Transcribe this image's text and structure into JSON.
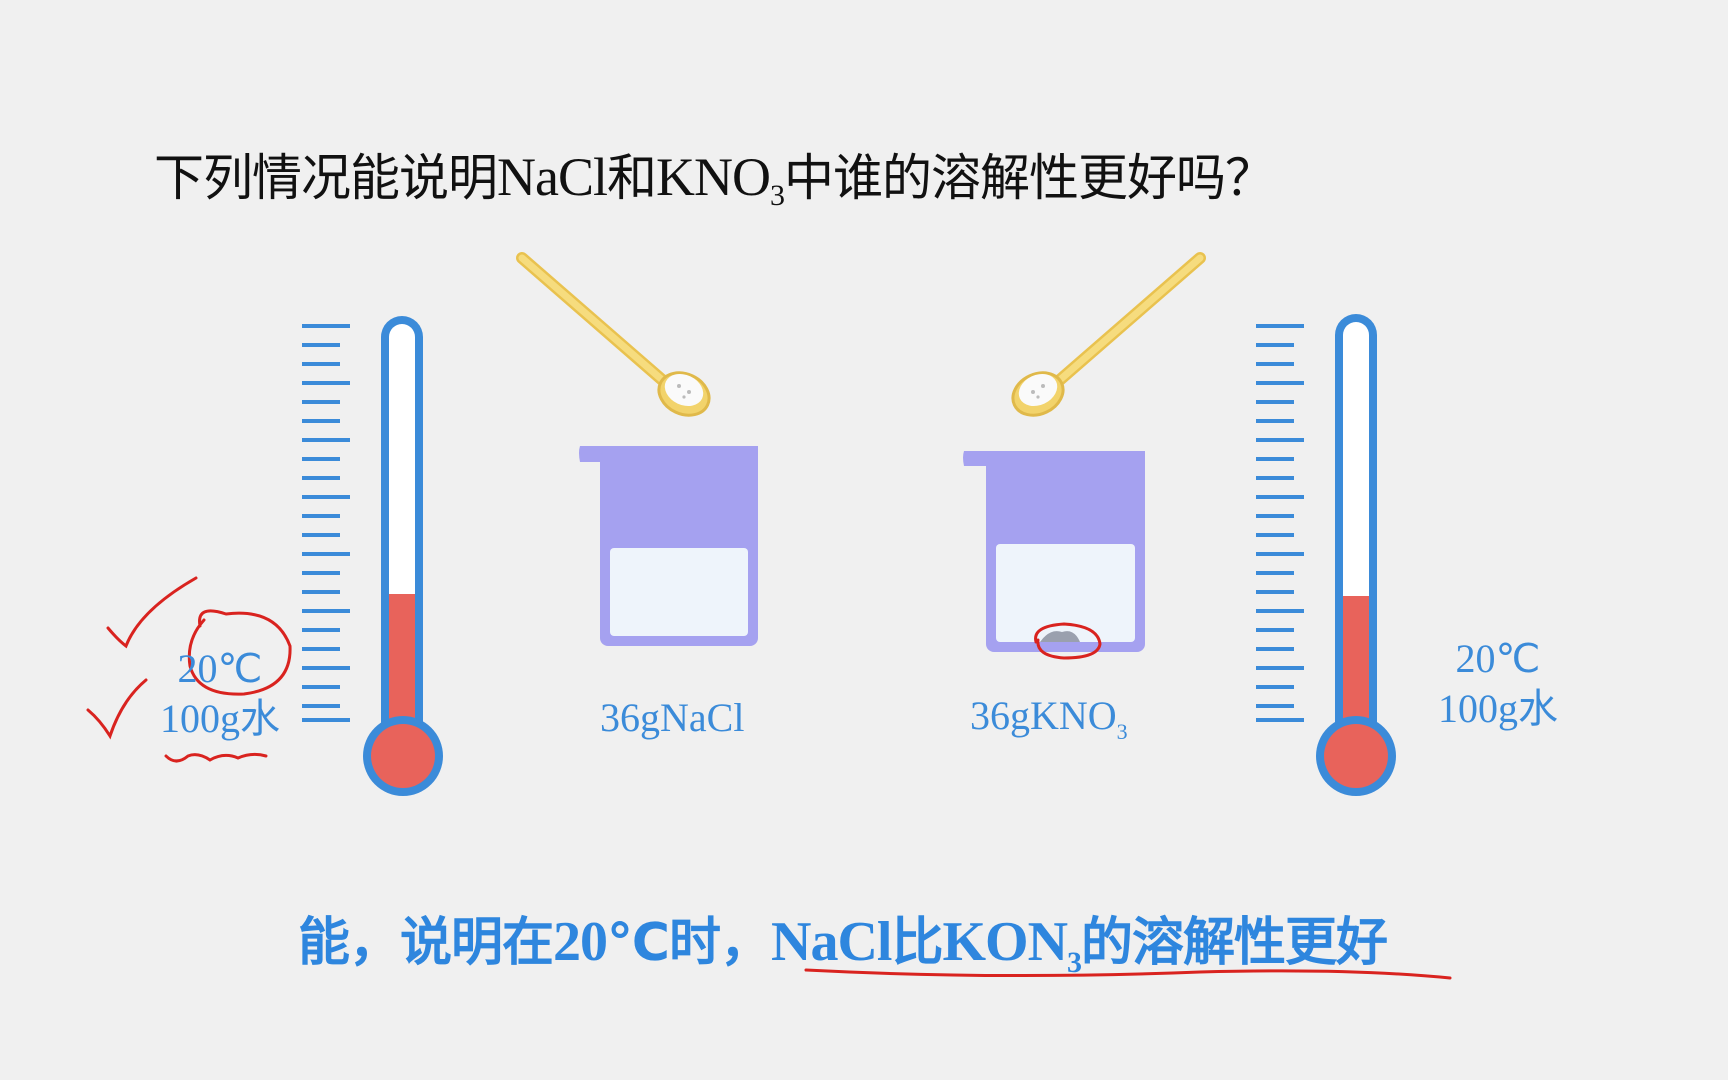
{
  "question": {
    "prefix": "下列情况能说明",
    "chem1": "NaCl",
    "mid": "和",
    "chem2": "KNO",
    "chem2_sub": "3",
    "suffix": "中谁的溶解性更好吗？"
  },
  "left_condition": {
    "temp": "20℃",
    "water": "100g水"
  },
  "right_condition": {
    "temp": "20℃",
    "water": "100g水"
  },
  "beaker_labels": {
    "left": "36gNaCl",
    "right_main": "36gKNO",
    "right_sub": "3"
  },
  "answer": {
    "prefix": "能，说明在",
    "temp": "20",
    "temp_unit": "℃时，",
    "chem1": "NaCl",
    "mid": "比",
    "chem2": "KON",
    "chem2_sub": "3",
    "suffix": "的溶解性更好"
  },
  "colors": {
    "accent_blue": "#3b8bd9",
    "thermometer_red": "#e8635b",
    "beaker_purple": "#a5a1f0",
    "spoon_yellow": "#f2d36b",
    "annotation_red": "#d9231f"
  },
  "thermometer_level_fraction": 0.4
}
